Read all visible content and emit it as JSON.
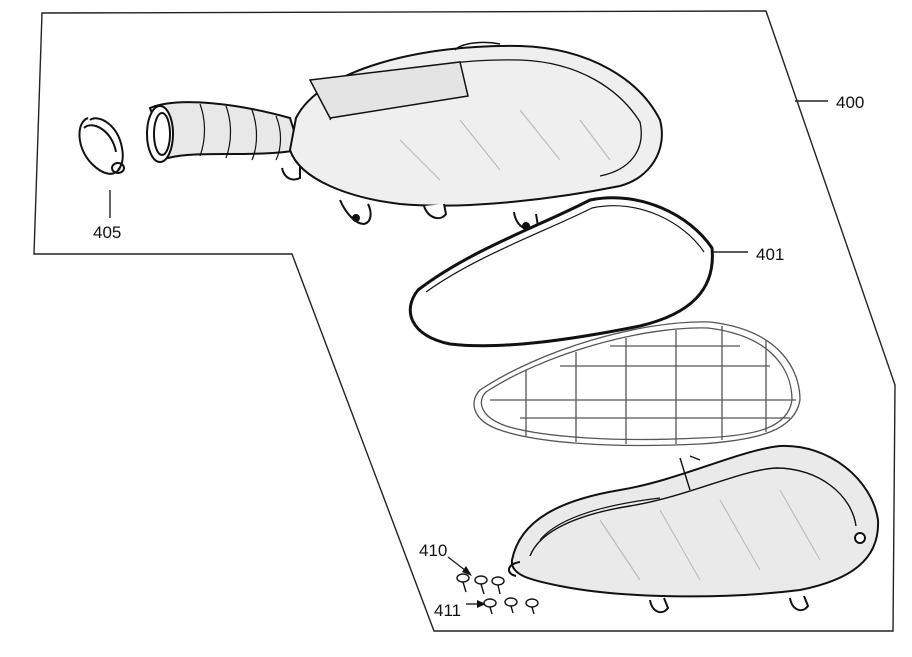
{
  "callouts": {
    "assembly": "400",
    "filter_element": "401",
    "hose_clamp": "405",
    "screw_a": "410",
    "screw_b": "411"
  },
  "colors": {
    "line": "#111111",
    "shade": "#cfcfcf",
    "background": "#ffffff"
  }
}
